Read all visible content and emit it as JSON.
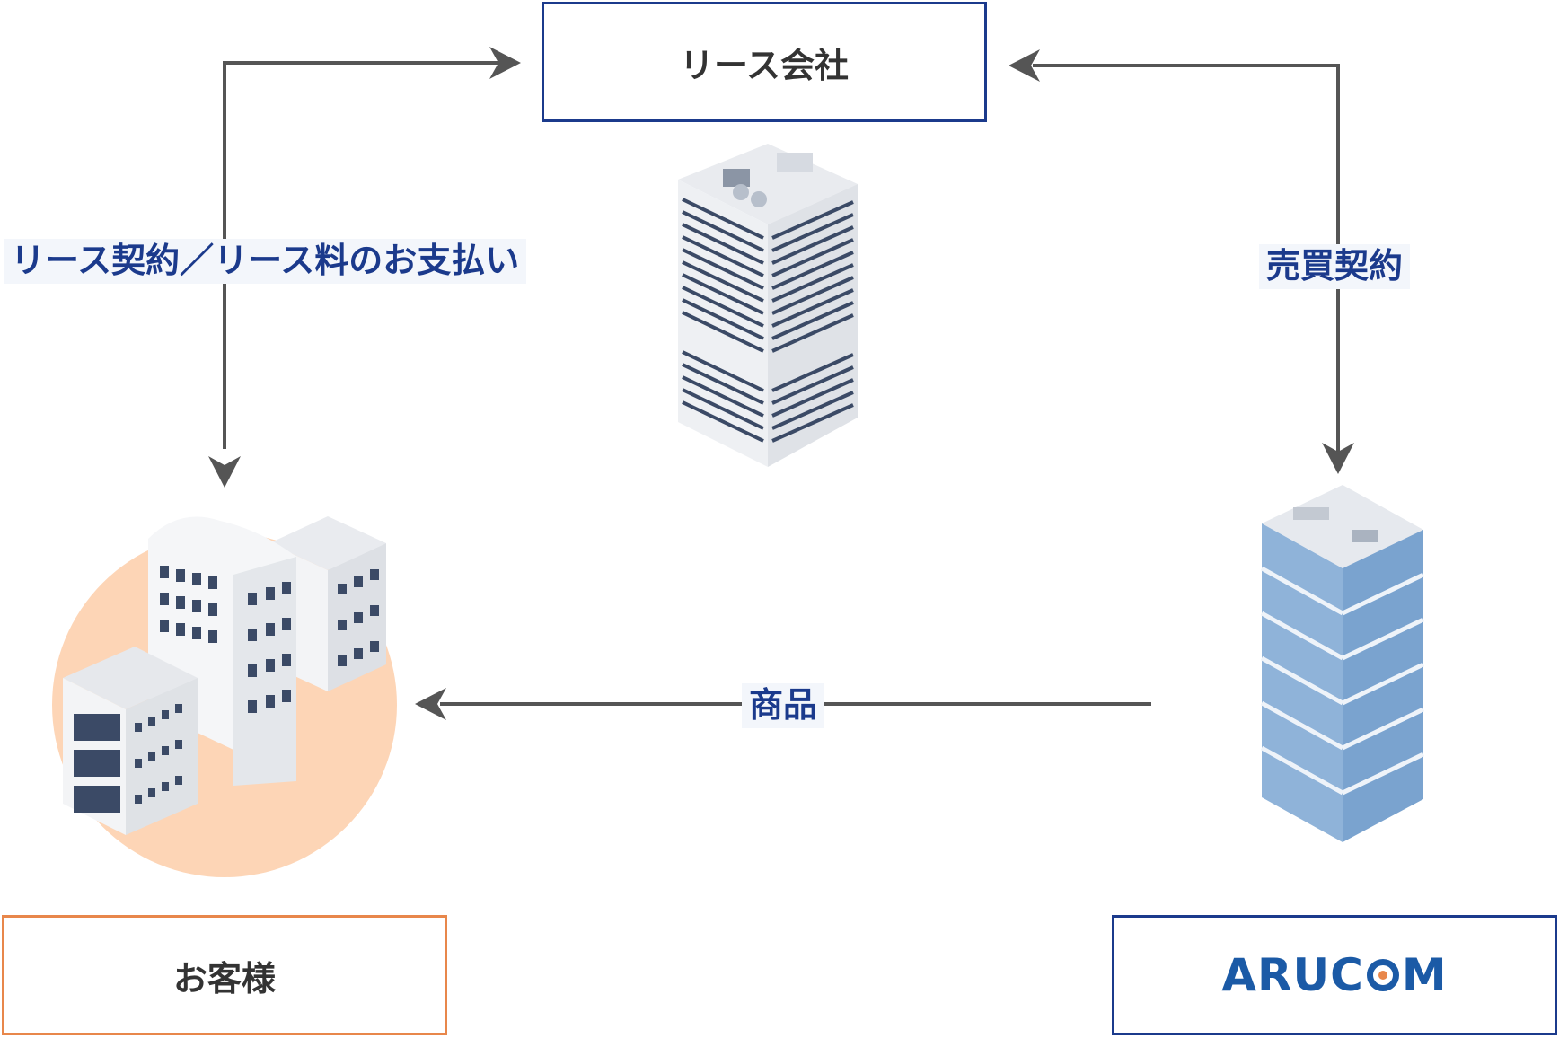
{
  "nodes": {
    "lease_company": "リース会社",
    "customer": "お客様",
    "arucom": {
      "logo_before": "ARU",
      "logo_mid": "C",
      "logo_after": "M"
    }
  },
  "flows": {
    "lease_contract": "リース契約／リース料のお支払い",
    "sales_contract": "売買契約",
    "product": "商品"
  },
  "colors": {
    "navy": "#1b3a8c",
    "orange": "#e8874b",
    "peach_circle": "#fdd5b6",
    "arrow": "#555555"
  }
}
